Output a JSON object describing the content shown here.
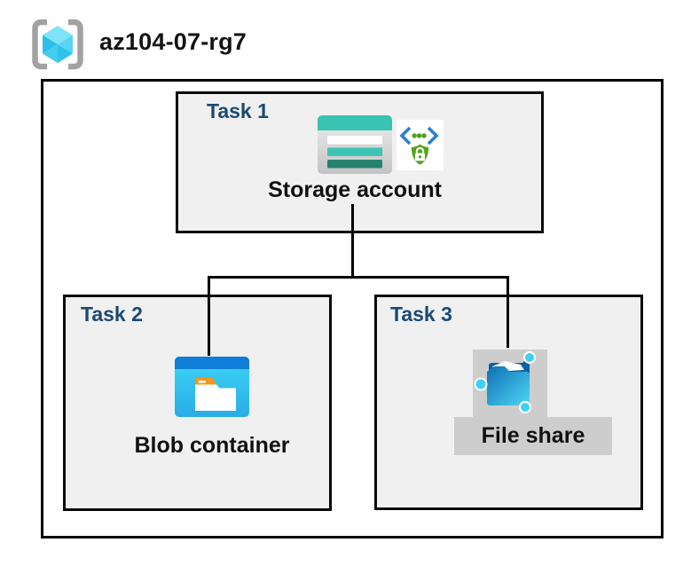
{
  "header": {
    "title": "az104-07-rg7",
    "icon": "resource-group-icon"
  },
  "tasks": [
    {
      "label": "Task 1",
      "item": "Storage account",
      "icons": [
        "storage-account-icon",
        "secure-access-icon"
      ]
    },
    {
      "label": "Task 2",
      "item": "Blob container",
      "icons": [
        "blob-container-icon"
      ]
    },
    {
      "label": "Task 3",
      "item": "File share",
      "icons": [
        "file-share-icon"
      ]
    }
  ],
  "connections": [
    {
      "from": "Storage account",
      "to": "Blob container"
    },
    {
      "from": "Storage account",
      "to": "File share"
    }
  ],
  "colors": {
    "task_title": "#1b4a73",
    "box_fill": "#f0f0f0",
    "box_border": "#000000",
    "highlight_gray": "#cdcdcd",
    "storage_teal": "#38c3b2",
    "storage_teal_dark": "#27826f",
    "blob_top_blue": "#0e7ed9",
    "blob_cyan": "#35c9ef",
    "blob_tab_orange": "#f5941e",
    "fileshare_navy": "#0a61aa",
    "fileshare_cyan": "#46d2f4",
    "security_green": "#55a31c",
    "security_blue": "#2d7ed5",
    "rg_cube_cyan": "#45cbee",
    "rg_bracket_gray": "#a2a2a2"
  }
}
